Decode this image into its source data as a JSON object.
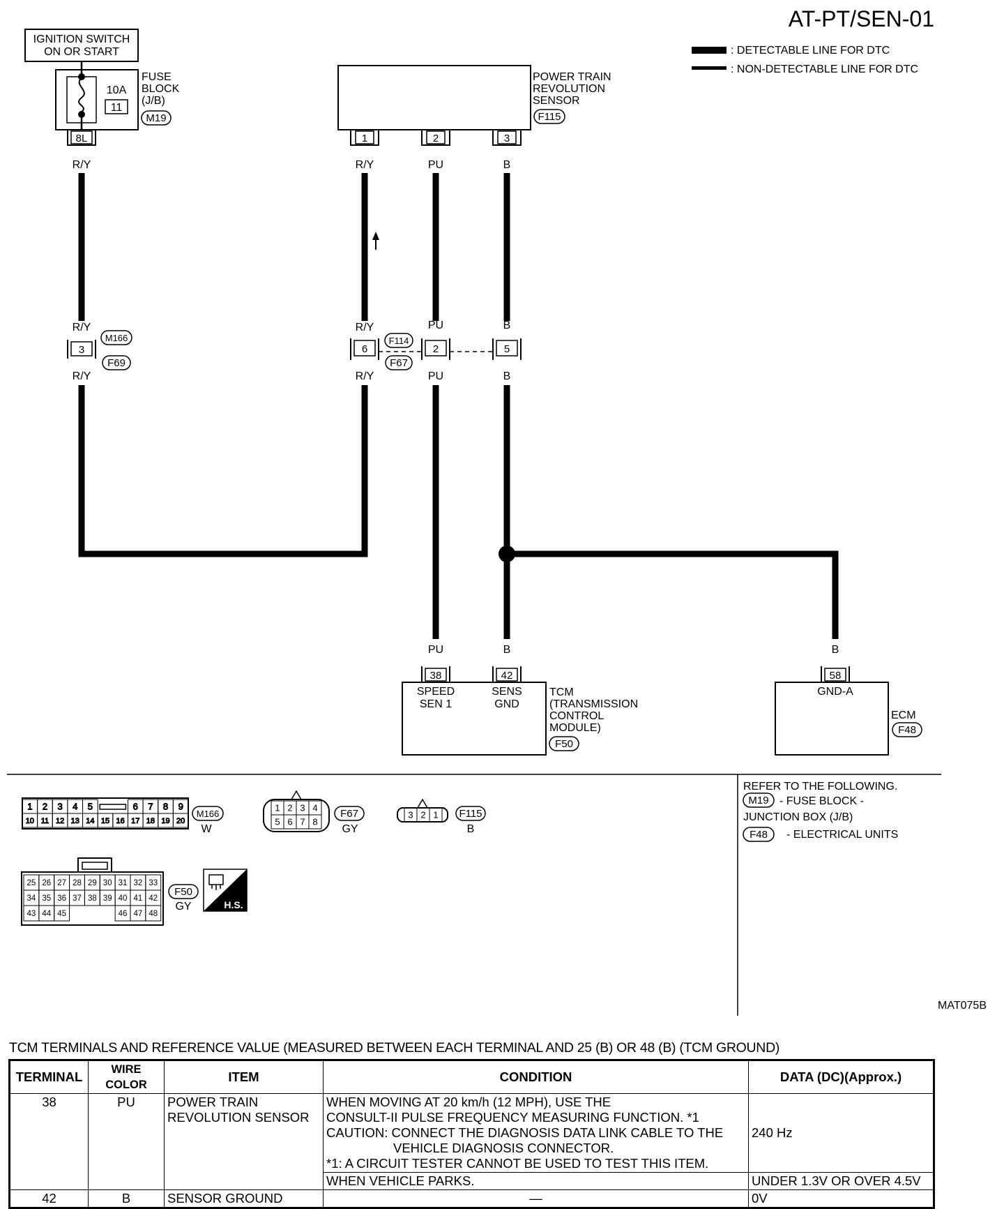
{
  "diagram_title": "AT-PT/SEN-01",
  "figure_id": "MAT075B",
  "legend": {
    "detectable": ": DETECTABLE LINE FOR DTC",
    "non_detectable": ": NON-DETECTABLE LINE FOR DTC"
  },
  "ignition": {
    "line1": "IGNITION SWITCH",
    "line2": "ON OR START"
  },
  "fuse_block": {
    "name_lines": [
      "FUSE",
      "BLOCK",
      "(J/B)"
    ],
    "amps": "10A",
    "fuse_no": "11",
    "connector": "M19",
    "terminal": "8L"
  },
  "sensor": {
    "name_lines": [
      "POWER TRAIN",
      "REVOLUTION",
      "SENSOR"
    ],
    "connector": "F115",
    "pins": [
      "1",
      "2",
      "3"
    ]
  },
  "wire_colors": {
    "ry": "R/Y",
    "pu": "PU",
    "b": "B"
  },
  "joint_left": {
    "pin": "3",
    "conn_top": "M166",
    "conn_bottom": "F69"
  },
  "joint_mid": {
    "pins": [
      "6",
      "2",
      "5"
    ],
    "conn_top": "F114",
    "conn_bottom": "F67"
  },
  "tcm": {
    "pin_speed": "38",
    "pin_gnd": "42",
    "speed_label": [
      "SPEED",
      "SEN 1"
    ],
    "gnd_label": [
      "SENS",
      "GND"
    ],
    "name_lines": [
      "TCM",
      "(TRANSMISSION",
      "CONTROL",
      "MODULE)"
    ],
    "connector": "F50"
  },
  "ecm": {
    "pin": "58",
    "pin_label": "GND-A",
    "name": "ECM",
    "connector": "F48"
  },
  "connector_views": {
    "m166": {
      "row1": [
        "1",
        "2",
        "3",
        "4",
        "5",
        "6",
        "7",
        "8",
        "9"
      ],
      "row2": [
        "10",
        "11",
        "12",
        "13",
        "14",
        "15",
        "16",
        "17",
        "18",
        "19",
        "20"
      ],
      "id": "M166",
      "color": "W"
    },
    "f67": {
      "row1": [
        "1",
        "2",
        "3",
        "4"
      ],
      "row2": [
        "5",
        "6",
        "7",
        "8"
      ],
      "id": "F67",
      "color": "GY"
    },
    "f115": {
      "pins": [
        "3",
        "2",
        "1"
      ],
      "id": "F115",
      "color": "B"
    },
    "f50": {
      "row1": [
        "25",
        "26",
        "27",
        "28",
        "29",
        "30",
        "31",
        "32",
        "33"
      ],
      "row2": [
        "34",
        "35",
        "36",
        "37",
        "38",
        "39",
        "40",
        "41",
        "42"
      ],
      "row3": [
        "43",
        "44",
        "45",
        "46",
        "47",
        "48"
      ],
      "id": "F50",
      "color": "GY",
      "badge": "H.S."
    }
  },
  "refer": {
    "heading": "REFER TO THE FOLLOWING.",
    "items": [
      {
        "code": "M19",
        "text": "- FUSE BLOCK -",
        "text2": "JUNCTION BOX (J/B)"
      },
      {
        "code": "F48",
        "text": "- ELECTRICAL UNITS"
      }
    ]
  },
  "table": {
    "caption": "TCM TERMINALS AND REFERENCE VALUE (MEASURED BETWEEN EACH TERMINAL AND 25 (B) OR 48 (B) (TCM GROUND)",
    "headers": [
      "TERMINAL",
      "WIRE COLOR",
      "ITEM",
      "CONDITION",
      "DATA (DC)(Approx.)"
    ],
    "row1": {
      "terminal": "38",
      "wire": "PU",
      "item_lines": [
        "POWER TRAIN",
        "REVOLUTION SENSOR"
      ],
      "cond_lines": [
        "WHEN MOVING AT 20 km/h (12 MPH), USE THE",
        "CONSULT-II PULSE FREQUENCY MEASURING FUNCTION. *1",
        "CAUTION: CONNECT THE DIAGNOSIS DATA LINK CABLE TO THE",
        "VEHICLE DIAGNOSIS CONNECTOR.",
        "*1: A CIRCUIT TESTER CANNOT BE USED TO TEST THIS ITEM."
      ],
      "data": "240 Hz",
      "cond2": "WHEN VEHICLE PARKS.",
      "data2": "UNDER 1.3V OR OVER 4.5V"
    },
    "row2": {
      "terminal": "42",
      "wire": "B",
      "item": "SENSOR GROUND",
      "condition": "—",
      "data": "0V"
    }
  }
}
